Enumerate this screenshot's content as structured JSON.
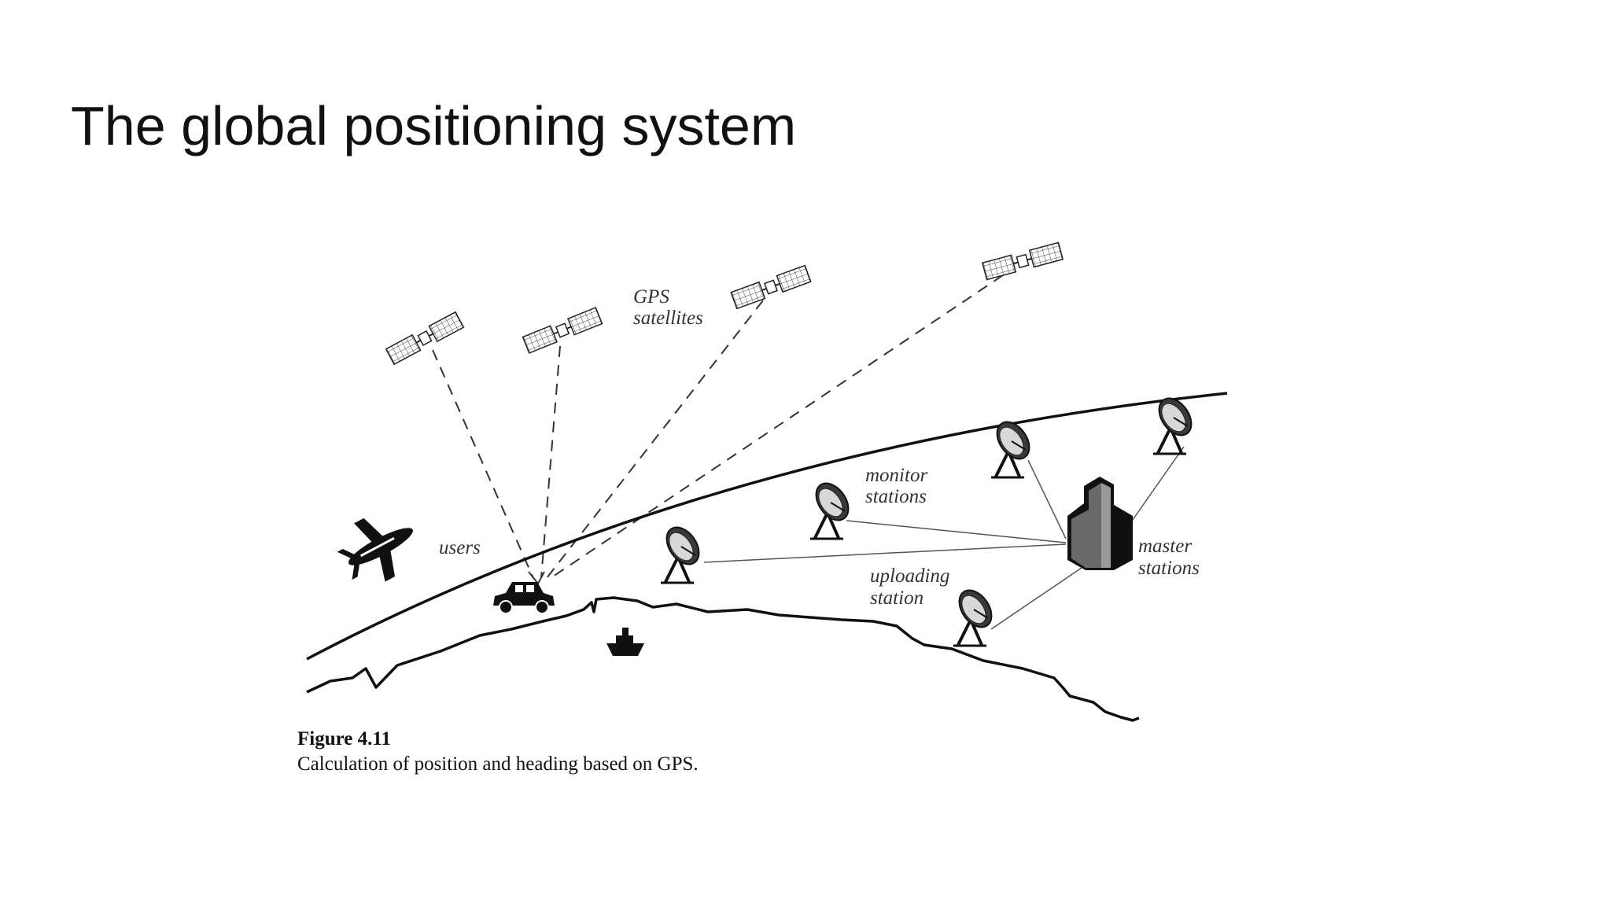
{
  "slide": {
    "title": "The global positioning system"
  },
  "diagram": {
    "labels": {
      "gps_satellites_line1": "GPS",
      "gps_satellites_line2": "satellites",
      "users": "users",
      "monitor_stations_line1": "monitor",
      "monitor_stations_line2": "stations",
      "uploading_station_line1": "uploading",
      "uploading_station_line2": "station",
      "master_stations_line1": "master",
      "master_stations_line2": "stations"
    },
    "icons": [
      "satellite-icon",
      "airplane-icon",
      "car-icon",
      "ship-icon",
      "dish-antenna-icon",
      "building-icon"
    ]
  },
  "figure": {
    "number": "Figure 4.11",
    "caption": "Calculation of position and heading based on GPS."
  }
}
